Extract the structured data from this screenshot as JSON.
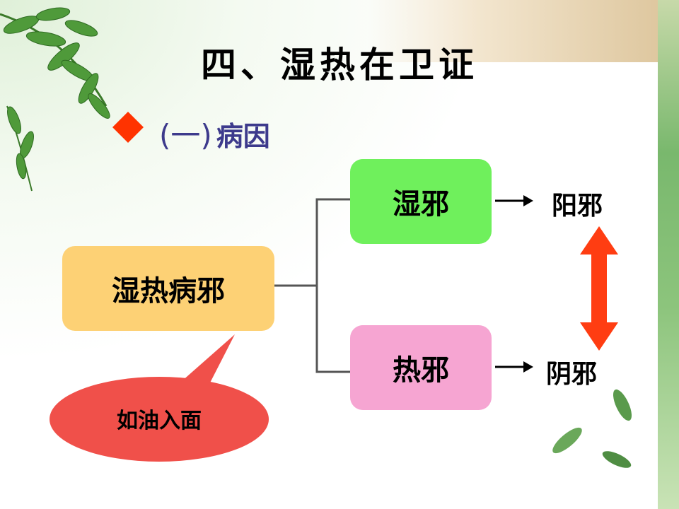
{
  "title": "四、湿热在卫证",
  "subtitle": {
    "paren": "(一)",
    "text": "病因"
  },
  "diagram": {
    "root": "湿热病邪",
    "branch_top": "湿邪",
    "branch_bottom": "热邪",
    "result_top": "阳邪",
    "result_bottom": "阴邪",
    "callout": "如油入面"
  },
  "colors": {
    "root_box": "#fdd175",
    "top_box": "#6ff05c",
    "bottom_box": "#f6a5d2",
    "callout": "#f0504a",
    "double_arrow": "#ff3d12",
    "bullet": "#ff3300",
    "subtitle": "#3d3a8c"
  }
}
